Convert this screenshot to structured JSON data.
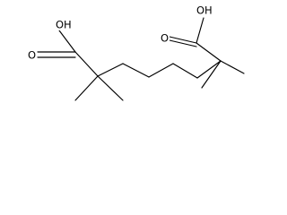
{
  "structure": {
    "labels": {
      "left_hydroxyl": "OH",
      "left_carbonyl_oxygen": "O",
      "right_hydroxyl": "OH",
      "right_carbonyl_oxygen": "O"
    },
    "colors": {
      "bond": "#000000",
      "text": "#000000",
      "background": "#ffffff"
    }
  }
}
